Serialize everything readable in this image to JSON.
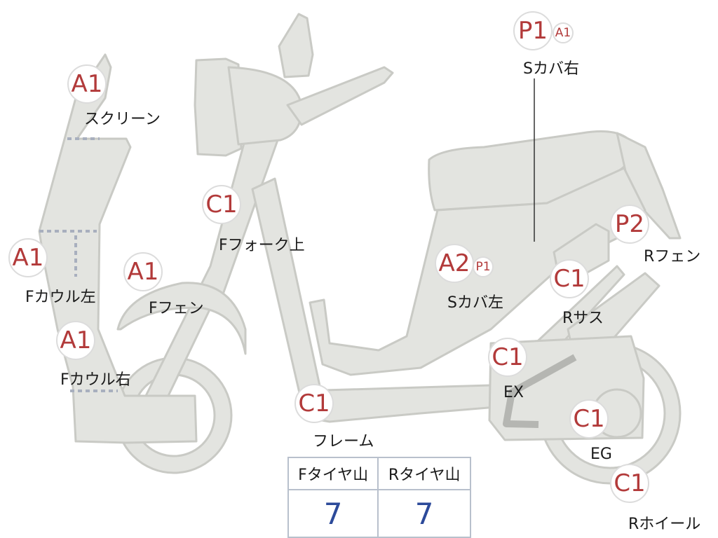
{
  "parts": {
    "screen": {
      "grade": "A1",
      "label": "スクリーン"
    },
    "fcowl_left": {
      "grade": "A1",
      "label": "Fカウル左"
    },
    "fcowl_right": {
      "grade": "A1",
      "label": "Fカウル右"
    },
    "ffender": {
      "grade": "A1",
      "label": "Fフェン"
    },
    "ffork": {
      "grade": "C1",
      "label": "Fフォーク上"
    },
    "frame": {
      "grade": "C1",
      "label": "フレーム"
    },
    "scover_left": {
      "grade": "A2",
      "grade2": "P1",
      "label": "Sカバ左"
    },
    "scover_right": {
      "grade": "P1",
      "grade2": "A1",
      "label": "Sカバ右"
    },
    "rfender": {
      "grade": "P2",
      "label": "Rフェン"
    },
    "rsus": {
      "grade": "C1",
      "label": "Rサス"
    },
    "ex": {
      "grade": "C1",
      "label": "EX"
    },
    "eg": {
      "grade": "C1",
      "label": "EG"
    },
    "rwheel": {
      "grade": "C1",
      "label": "Rホイール"
    }
  },
  "tire_table": {
    "front_header": "Fタイヤ山",
    "rear_header": "Rタイヤ山",
    "front_value": "7",
    "rear_value": "7"
  },
  "colors": {
    "part_fill": "#e3e4e0",
    "part_stroke": "#c9cac5",
    "grade_text": "#b23a3a",
    "value_text": "#2c4a9a"
  }
}
